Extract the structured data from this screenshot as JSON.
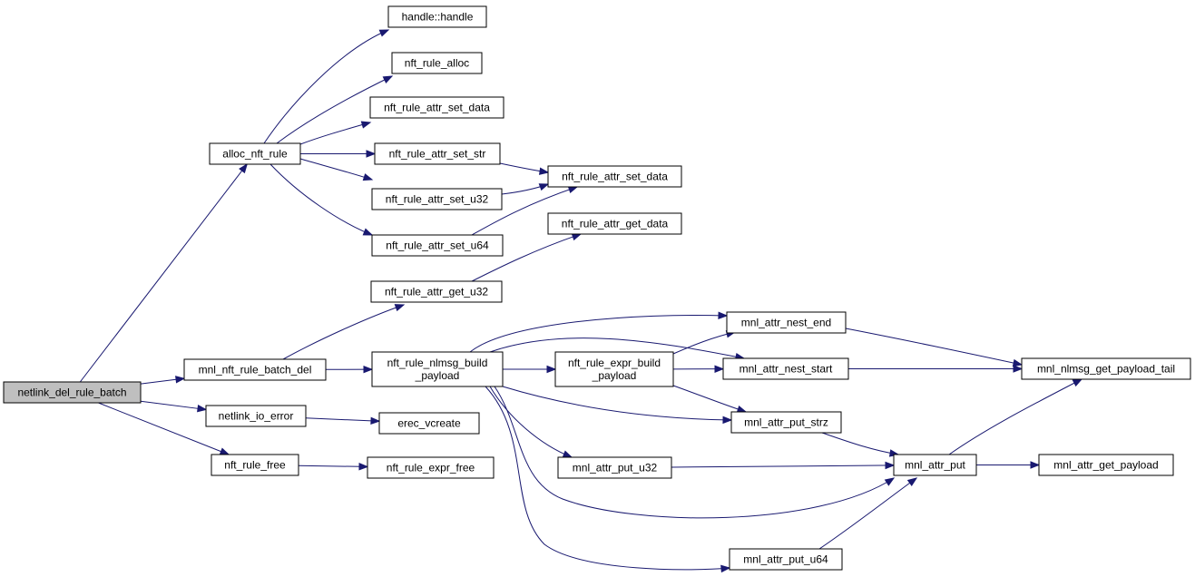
{
  "graph": {
    "nodes": [
      {
        "id": "root",
        "lines": [
          "netlink_del_rule_batch"
        ],
        "root": true
      },
      {
        "id": "alloc",
        "lines": [
          "alloc_nft_rule"
        ]
      },
      {
        "id": "batchdel",
        "lines": [
          "mnl_nft_rule_batch_del"
        ]
      },
      {
        "id": "ioerr",
        "lines": [
          "netlink_io_error"
        ]
      },
      {
        "id": "rulefree",
        "lines": [
          "nft_rule_free"
        ]
      },
      {
        "id": "handle",
        "lines": [
          "handle::handle"
        ]
      },
      {
        "id": "rulealloc",
        "lines": [
          "nft_rule_alloc"
        ]
      },
      {
        "id": "setdata1",
        "lines": [
          "nft_rule_attr_set_data"
        ]
      },
      {
        "id": "setstr",
        "lines": [
          "nft_rule_attr_set_str"
        ]
      },
      {
        "id": "setu32",
        "lines": [
          "nft_rule_attr_set_u32"
        ]
      },
      {
        "id": "setu64",
        "lines": [
          "nft_rule_attr_set_u64"
        ]
      },
      {
        "id": "getu32",
        "lines": [
          "nft_rule_attr_get_u32"
        ]
      },
      {
        "id": "buildpayload",
        "lines": [
          "nft_rule_nlmsg_build",
          "_payload"
        ]
      },
      {
        "id": "setdata2",
        "lines": [
          "nft_rule_attr_set_data"
        ]
      },
      {
        "id": "getdata",
        "lines": [
          "nft_rule_attr_get_data"
        ]
      },
      {
        "id": "vcreate",
        "lines": [
          "erec_vcreate"
        ]
      },
      {
        "id": "exprfree",
        "lines": [
          "nft_rule_expr_free"
        ]
      },
      {
        "id": "exprbuild",
        "lines": [
          "nft_rule_expr_build",
          "_payload"
        ]
      },
      {
        "id": "putu32",
        "lines": [
          "mnl_attr_put_u32"
        ]
      },
      {
        "id": "nestend",
        "lines": [
          "mnl_attr_nest_end"
        ]
      },
      {
        "id": "neststart",
        "lines": [
          "mnl_attr_nest_start"
        ]
      },
      {
        "id": "putstrz",
        "lines": [
          "mnl_attr_put_strz"
        ]
      },
      {
        "id": "put",
        "lines": [
          "mnl_attr_put"
        ]
      },
      {
        "id": "putu64",
        "lines": [
          "mnl_attr_put_u64"
        ]
      },
      {
        "id": "payloadtail",
        "lines": [
          "mnl_nlmsg_get_payload_tail"
        ]
      },
      {
        "id": "getpayload",
        "lines": [
          "mnl_attr_get_payload"
        ]
      }
    ],
    "edges": [
      {
        "from": "root",
        "to": "alloc"
      },
      {
        "from": "root",
        "to": "batchdel"
      },
      {
        "from": "root",
        "to": "ioerr"
      },
      {
        "from": "root",
        "to": "rulefree"
      },
      {
        "from": "alloc",
        "to": "handle"
      },
      {
        "from": "alloc",
        "to": "rulealloc"
      },
      {
        "from": "alloc",
        "to": "setdata1"
      },
      {
        "from": "alloc",
        "to": "setstr"
      },
      {
        "from": "alloc",
        "to": "setu32"
      },
      {
        "from": "alloc",
        "to": "setu64"
      },
      {
        "from": "setstr",
        "to": "setdata2"
      },
      {
        "from": "setu32",
        "to": "setdata2"
      },
      {
        "from": "setu64",
        "to": "setdata2"
      },
      {
        "from": "batchdel",
        "to": "getu32"
      },
      {
        "from": "batchdel",
        "to": "buildpayload"
      },
      {
        "from": "getu32",
        "to": "getdata"
      },
      {
        "from": "ioerr",
        "to": "vcreate"
      },
      {
        "from": "rulefree",
        "to": "exprfree"
      },
      {
        "from": "buildpayload",
        "to": "nestend"
      },
      {
        "from": "buildpayload",
        "to": "neststart"
      },
      {
        "from": "buildpayload",
        "to": "exprbuild"
      },
      {
        "from": "buildpayload",
        "to": "putstrz"
      },
      {
        "from": "buildpayload",
        "to": "putu32"
      },
      {
        "from": "buildpayload",
        "to": "put"
      },
      {
        "from": "buildpayload",
        "to": "putu64"
      },
      {
        "from": "exprbuild",
        "to": "nestend"
      },
      {
        "from": "exprbuild",
        "to": "neststart"
      },
      {
        "from": "exprbuild",
        "to": "putstrz"
      },
      {
        "from": "nestend",
        "to": "payloadtail"
      },
      {
        "from": "neststart",
        "to": "payloadtail"
      },
      {
        "from": "putstrz",
        "to": "put"
      },
      {
        "from": "putu32",
        "to": "put"
      },
      {
        "from": "putu64",
        "to": "put"
      },
      {
        "from": "put",
        "to": "payloadtail"
      },
      {
        "from": "put",
        "to": "getpayload"
      }
    ]
  }
}
